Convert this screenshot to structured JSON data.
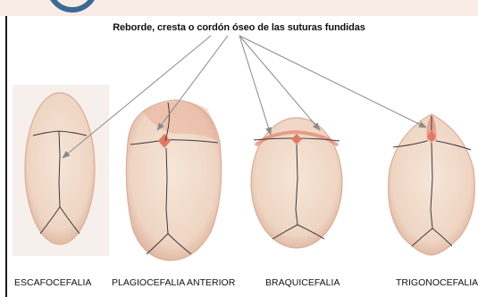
{
  "title": "Reborde, cresta o cordón  óseo de las suturas fundidas",
  "skulls": [
    {
      "name": "escafocefalia-skull",
      "caption": "ESCAFOCEFALIA"
    },
    {
      "name": "plagiocefalia-anterior-skull",
      "caption": "PLAGIOCEFALIA  ANTERIOR"
    },
    {
      "name": "braquicefalia-skull",
      "caption": "BRAQUICEFALIA"
    },
    {
      "name": "trigonocefalia-skull",
      "caption": "TRIGONOCEFALIA"
    }
  ],
  "colors": {
    "bone": "#efd5c3",
    "bone_edge": "#d9ae98",
    "ridge": "#e07a68",
    "suture": "#3b3b3b",
    "pointer": "#8a8a8a",
    "logo": "#3a6a95"
  }
}
